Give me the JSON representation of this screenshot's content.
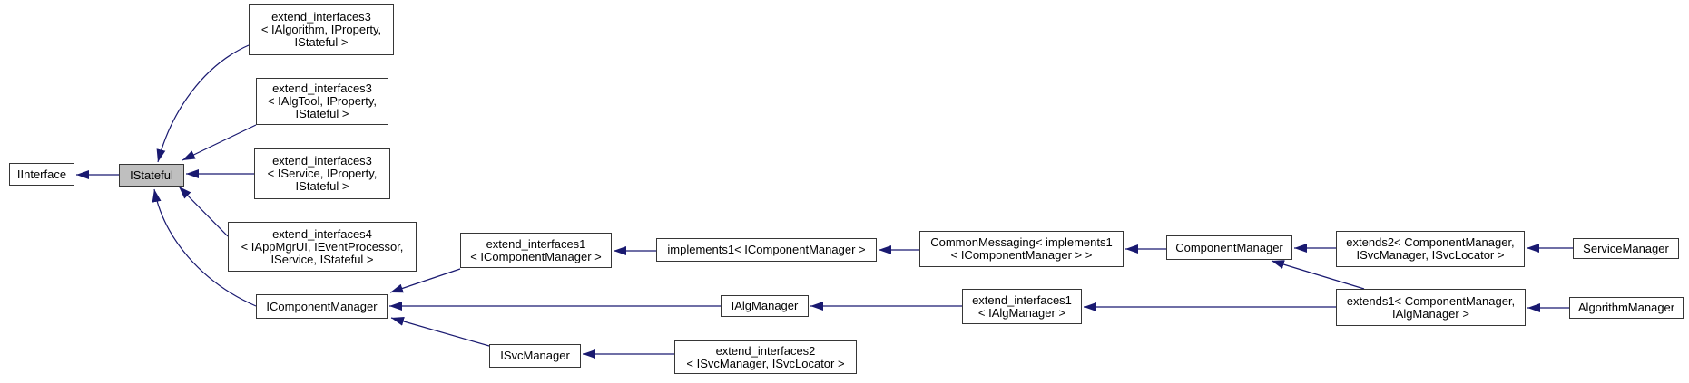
{
  "colors": {
    "edge": "#191970",
    "node_border": "#363636",
    "node_fill": "#ffffff",
    "selected_fill": "#bfbfbf",
    "text": "#000000",
    "background": "#ffffff"
  },
  "nodes": {
    "iinterface": {
      "label": "IInterface"
    },
    "istateful": {
      "label": "IStateful",
      "selected": true
    },
    "ei3_algorithm": {
      "label": "extend_interfaces3\n< IAlgorithm, IProperty,\nIStateful >"
    },
    "ei3_algtool": {
      "label": "extend_interfaces3\n< IAlgTool, IProperty,\nIStateful >"
    },
    "ei3_service": {
      "label": "extend_interfaces3\n< IService, IProperty,\nIStateful >"
    },
    "ei4_appmgrui": {
      "label": "extend_interfaces4\n< IAppMgrUI, IEventProcessor,\nIService, IStateful >"
    },
    "icomponentmanager": {
      "label": "IComponentManager"
    },
    "ei1_icomponentmanager": {
      "label": "extend_interfaces1\n< IComponentManager >"
    },
    "implements1": {
      "label": "implements1< IComponentManager >"
    },
    "commonmessaging": {
      "label": "CommonMessaging< implements1\n< IComponentManager > >"
    },
    "componentmanager": {
      "label": "ComponentManager"
    },
    "extends2": {
      "label": "extends2< ComponentManager,\nISvcManager, ISvcLocator >"
    },
    "servicemanager": {
      "label": "ServiceManager"
    },
    "ialgmanager": {
      "label": "IAlgManager"
    },
    "ei1_ialgmanager": {
      "label": "extend_interfaces1\n< IAlgManager >"
    },
    "extends1": {
      "label": "extends1< ComponentManager,\nIAlgManager >"
    },
    "algorithmmanager": {
      "label": "AlgorithmManager"
    },
    "isvcmanager": {
      "label": "ISvcManager"
    },
    "ei2_isvcmanager": {
      "label": "extend_interfaces2\n< ISvcManager, ISvcLocator >"
    }
  },
  "edges": [
    {
      "from": "istateful",
      "to": "iinterface"
    },
    {
      "from": "ei3_algorithm",
      "to": "istateful"
    },
    {
      "from": "ei3_algtool",
      "to": "istateful"
    },
    {
      "from": "ei3_service",
      "to": "istateful"
    },
    {
      "from": "ei4_appmgrui",
      "to": "istateful"
    },
    {
      "from": "icomponentmanager",
      "to": "istateful"
    },
    {
      "from": "ei1_icomponentmanager",
      "to": "icomponentmanager"
    },
    {
      "from": "implements1",
      "to": "ei1_icomponentmanager"
    },
    {
      "from": "commonmessaging",
      "to": "implements1"
    },
    {
      "from": "componentmanager",
      "to": "commonmessaging"
    },
    {
      "from": "extends2",
      "to": "componentmanager"
    },
    {
      "from": "servicemanager",
      "to": "extends2"
    },
    {
      "from": "ialgmanager",
      "to": "icomponentmanager"
    },
    {
      "from": "ei1_ialgmanager",
      "to": "ialgmanager"
    },
    {
      "from": "extends1",
      "to": "ei1_ialgmanager"
    },
    {
      "from": "extends1",
      "to": "componentmanager"
    },
    {
      "from": "algorithmmanager",
      "to": "extends1"
    },
    {
      "from": "isvcmanager",
      "to": "icomponentmanager"
    },
    {
      "from": "ei2_isvcmanager",
      "to": "isvcmanager"
    }
  ]
}
